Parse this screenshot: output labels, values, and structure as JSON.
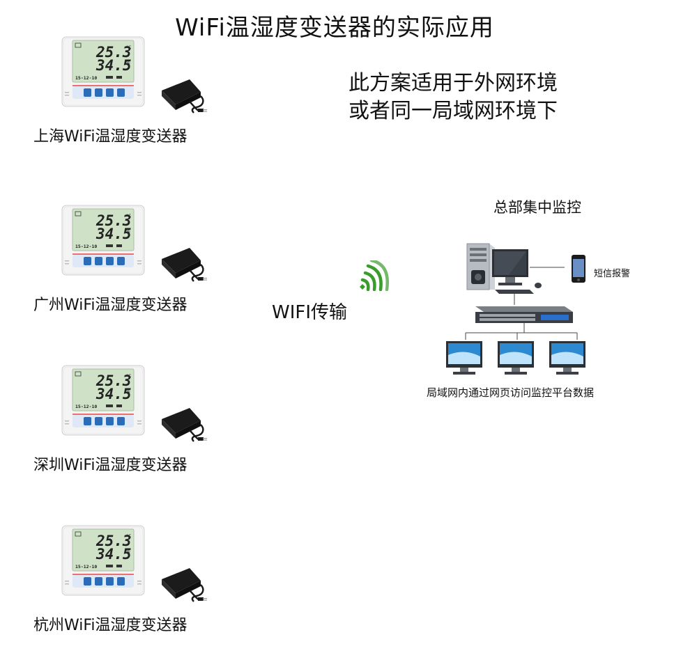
{
  "title": "WiFi温湿度变送器的实际应用",
  "note": {
    "line1": "此方案适用于外网环境",
    "line2": "或者同一局域网环境下"
  },
  "device_display": {
    "temperature": "25.3",
    "temp_unit": "°C",
    "humidity": "34.5",
    "hum_unit": "%",
    "date": "15-12-10"
  },
  "devices": [
    {
      "label": "上海WiFi温湿度变送器"
    },
    {
      "label": "广州WiFi温湿度变送器"
    },
    {
      "label": "深圳WiFi温湿度变送器"
    },
    {
      "label": "杭州WiFi温湿度变送器"
    }
  ],
  "wifi": {
    "label": "WIFI传输",
    "color": "#3a9d2b"
  },
  "headquarters": {
    "title": "总部集中监控",
    "alarm_label": "短信报警",
    "lan_label": "局域网内通过网页访问监控平台数据"
  },
  "colors": {
    "lcd_background": "#cfe2c8",
    "button_blue": "#2b6bb8",
    "panel_blue": "#dfe8f6",
    "device_body": "#f4f4f4",
    "adapter": "#1b1b1b"
  }
}
